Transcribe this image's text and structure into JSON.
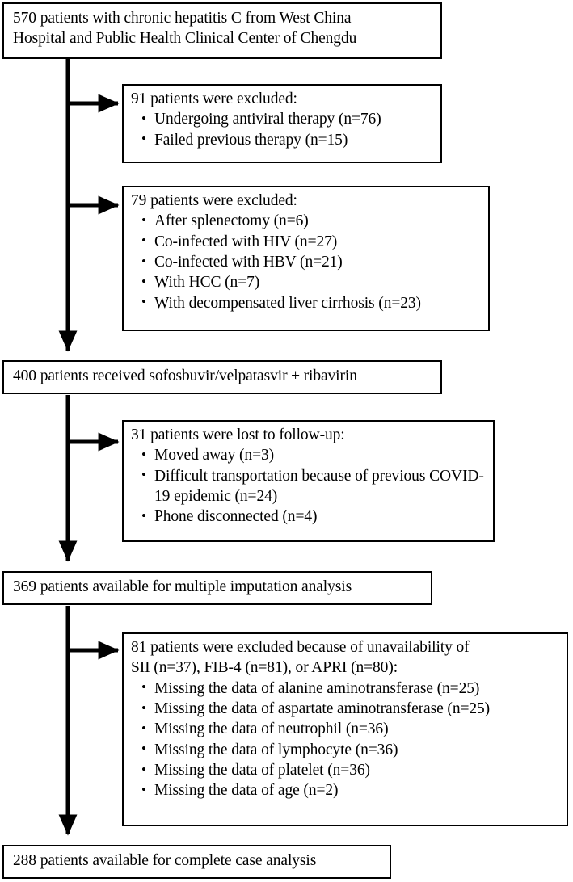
{
  "figure": {
    "type": "patient-flow-diagram",
    "line_color": "#000000",
    "box_border_color": "#000000",
    "background_color": "#ffffff"
  },
  "nodes": {
    "enrolled": {
      "name": "enrolled-cohort-box",
      "lines": [
        "570 patients with chronic hepatitis C from West China",
        "Hospital and Public Health Clinical Center of Chengdu"
      ]
    },
    "excluded_1": {
      "name": "excluded-91-box",
      "header": "91 patients were excluded:",
      "items": [
        "Undergoing antiviral therapy (n=76)",
        "Failed previous therapy (n=15)"
      ]
    },
    "excluded_2": {
      "name": "excluded-79-box",
      "header": "79 patients were excluded:",
      "items": [
        "After splenectomy (n=6)",
        "Co-infected with HIV (n=27)",
        "Co-infected with HBV (n=21)",
        "With HCC (n=7)",
        "With decompensated liver cirrhosis (n=23)"
      ]
    },
    "treated": {
      "name": "treated-400-box",
      "lines": [
        "400 patients received sofosbuvir/velpatasvir ± ribavirin"
      ]
    },
    "lost_followup": {
      "name": "lost-to-followup-31-box",
      "header": "31 patients were lost to follow-up:",
      "items": [
        "Moved away (n=3)",
        "Difficult transportation because of previous COVID-19 epidemic (n=24)",
        "Phone disconnected (n=4)"
      ]
    },
    "imputation": {
      "name": "imputation-369-box",
      "lines": [
        "369 patients available for multiple imputation analysis"
      ]
    },
    "excluded_3": {
      "name": "excluded-81-box",
      "header_line_1": "81 patients were excluded because of unavailability of",
      "header_line_2": "SII (n=37), FIB-4 (n=81),  or APRI  (n=80):",
      "items": [
        "Missing the data of alanine aminotransferase (n=25)",
        "Missing the data of aspartate aminotransferase (n=25)",
        "Missing the data of neutrophil (n=36)",
        "Missing the data of lymphocyte (n=36)",
        "Missing the data of platelet (n=36)",
        "Missing the data of age (n=2)"
      ]
    },
    "complete_case": {
      "name": "complete-case-288-box",
      "lines": [
        "288 patients available for complete case analysis"
      ]
    }
  },
  "bullet_glyph": "•"
}
